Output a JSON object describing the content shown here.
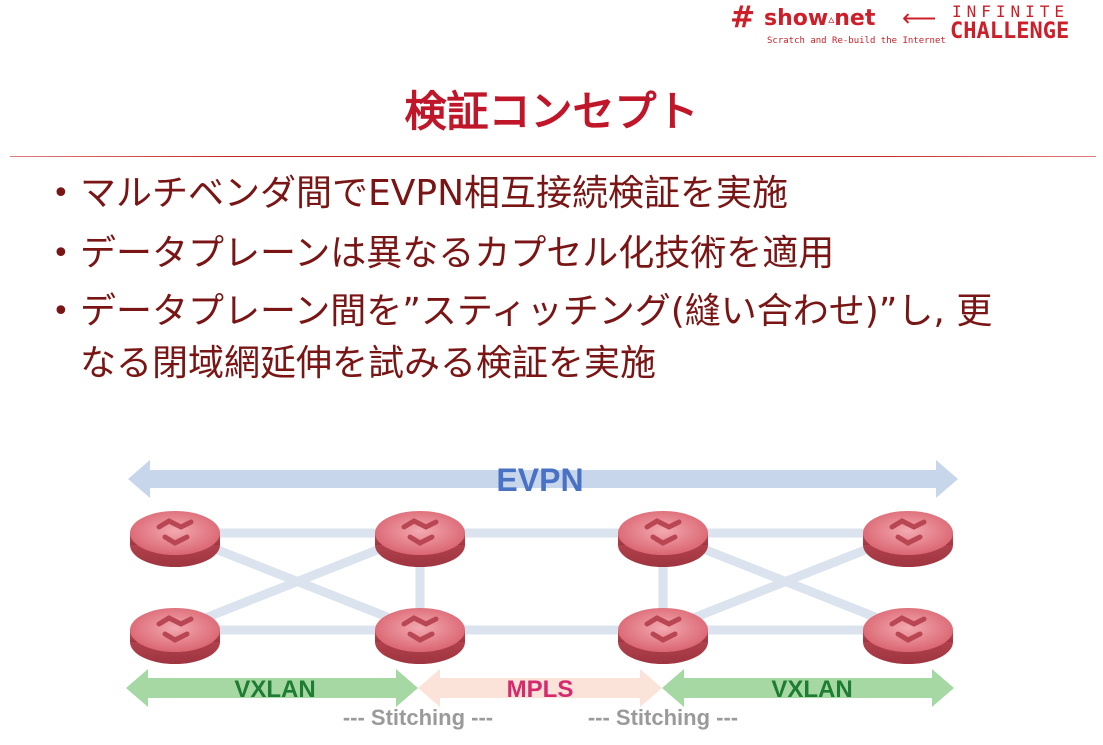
{
  "logo": {
    "hash": "#",
    "show": "show",
    "dot": "▵",
    "net": "net",
    "sub": "Scratch and Re-build the Internet",
    "infinite": "INFINITE",
    "challenge": "CHALLENGE"
  },
  "title": "検証コンセプト",
  "bullets": [
    "マルチベンダ間でEVPN相互接続検証を実施",
    "データプレーンは異なるカプセル化技術を適用",
    "データプレーン間を”スティッチング(縫い合わせ)”し, 更なる閉域網延伸を試みる検証を実施"
  ],
  "diagram": {
    "evpn_label": "EVPN",
    "segments": [
      {
        "label": "VXLAN",
        "color": "#1e7d32"
      },
      {
        "label": "MPLS",
        "color": "#d62a6f"
      },
      {
        "label": "VXLAN",
        "color": "#1e7d32"
      }
    ],
    "stitching": [
      "--- Stitching ---",
      "--- Stitching ---"
    ],
    "colors": {
      "evpn_arrow": "#c8d6ec",
      "evpn_text": "#4a72c4",
      "vxlan_arrow": "#a6d8a4",
      "mpls_arrow": "#fbe3d9",
      "links": "#dbe3ee",
      "router": "#e07883",
      "stitching_text": "#9a9a9a"
    },
    "router_icon": "router-icon"
  }
}
